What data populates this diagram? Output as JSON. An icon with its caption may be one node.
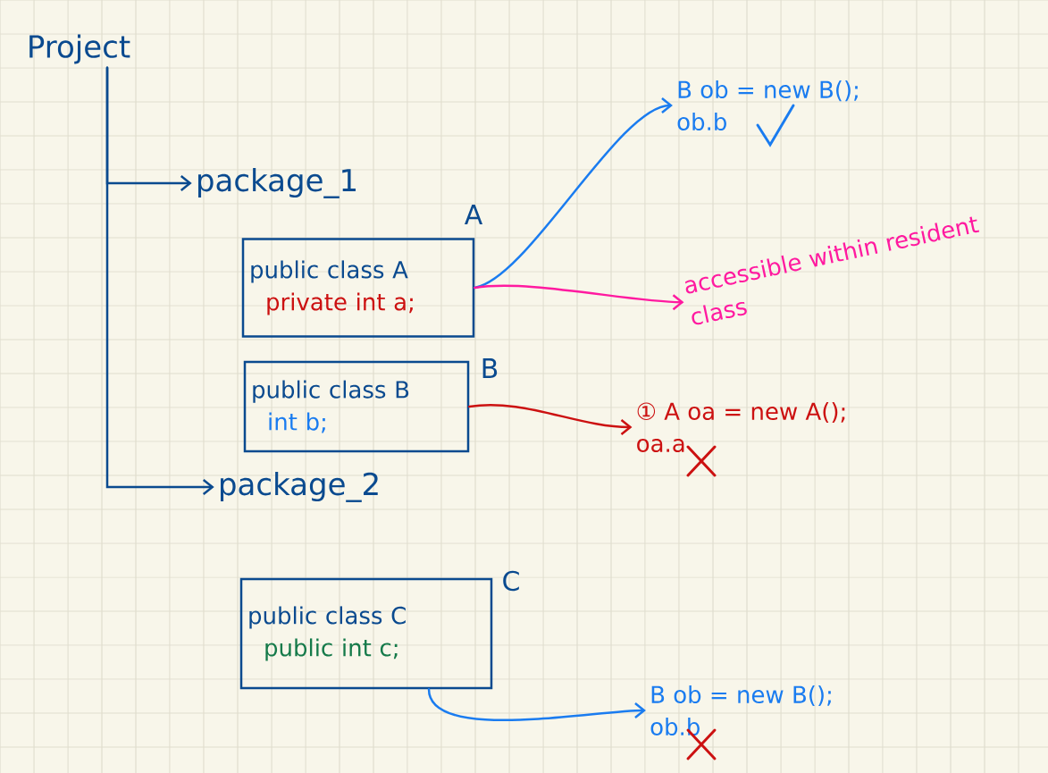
{
  "diagram": {
    "nodes": [
      {
        "text": [
          "Project"
        ]
      },
      {
        "text": [
          "package_1"
        ]
      },
      {
        "text": [
          "package_2"
        ]
      },
      {
        "text": [
          "public class A",
          "private int a;"
        ],
        "beside": [
          "A"
        ]
      },
      {
        "text": [
          "public class B",
          "int b;"
        ],
        "beside": [
          "B"
        ]
      },
      {
        "text": [
          "public class C",
          "public int c;"
        ],
        "beside": [
          "C"
        ]
      },
      {
        "text": [
          "B ob = new B();",
          "ob.b"
        ]
      },
      {
        "text": [
          "accessible within resident class"
        ]
      },
      {
        "text": [
          "① A oa = new A();",
          "oa.a"
        ]
      },
      {
        "text": [
          "B ob = new B();",
          "ob.b"
        ]
      }
    ],
    "edges": [
      {
        "from": 0,
        "to": 1,
        "arrow": "to"
      },
      {
        "from": 0,
        "to": 2,
        "arrow": "to"
      },
      {
        "from": 3,
        "to": 6,
        "arrow": "to",
        "color": "#1a7cf0"
      },
      {
        "from": 3,
        "to": 7,
        "arrow": "to",
        "color": "#ff1aa0"
      },
      {
        "from": 4,
        "to": 8,
        "arrow": "to",
        "color": "#cc1111"
      },
      {
        "from": 5,
        "to": 9,
        "arrow": "to",
        "color": "#1a7cf0"
      }
    ]
  }
}
